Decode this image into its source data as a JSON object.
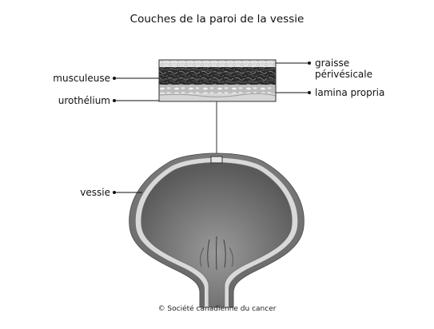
{
  "title": "Couches de la paroi de la vessie",
  "labels": {
    "musculeuse": "musculeuse",
    "urothelium": "urothélium",
    "vessie": "vessie",
    "graisse_line1": "graisse",
    "graisse_line2": "périvésicale",
    "lamina_propria": "lamina propria"
  },
  "credit": "© Société canadienne du cancer"
}
